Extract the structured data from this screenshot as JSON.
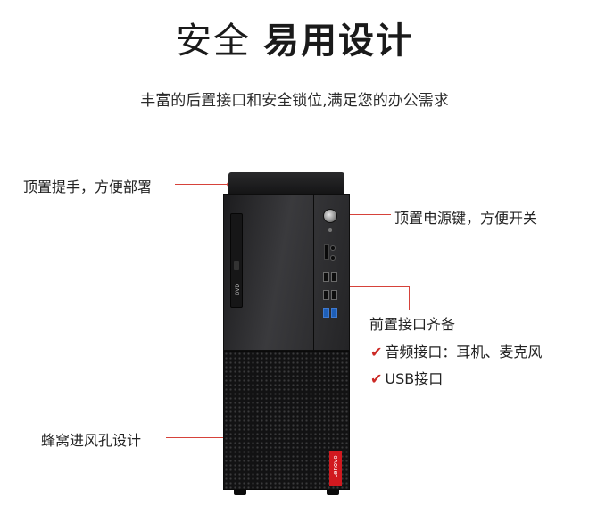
{
  "title_light": "安全",
  "title_bold": "易用设计",
  "subtitle": "丰富的后置接口和安全锁位,满足您的办公需求",
  "labels": {
    "handle": "顶置提手，方便部署",
    "power": "顶置电源键，方便开关",
    "ports": "前置接口齐备",
    "honeycomb": "蜂窝进风孔设计"
  },
  "features": [
    {
      "check": "✔",
      "text": "音频接口：耳机、麦克风"
    },
    {
      "check": "✔",
      "text": "USB接口"
    }
  ],
  "product": {
    "brand_logo": "Lenovo",
    "drive_logo": "DVD"
  },
  "colors": {
    "accent": "#d6423a",
    "check": "#cc2a26",
    "brand_red": "#d1191f",
    "usb3_blue": "#1e5fb8"
  }
}
